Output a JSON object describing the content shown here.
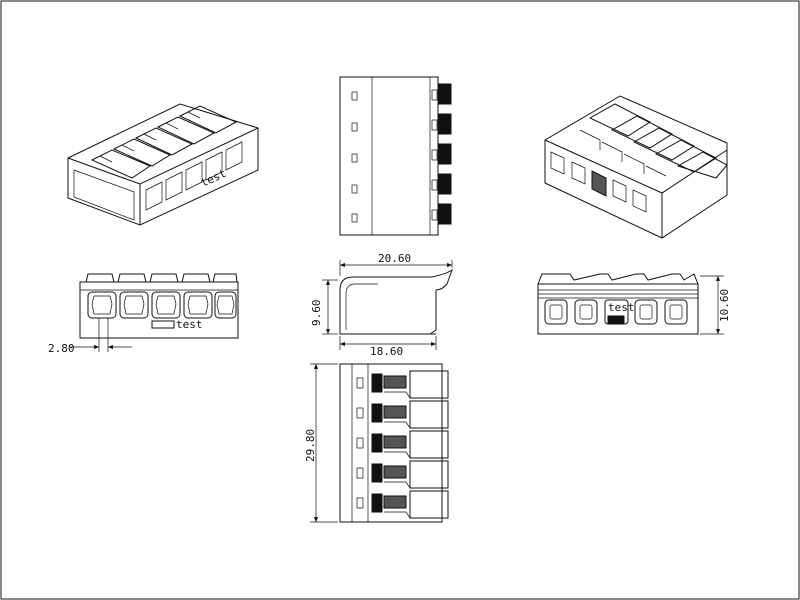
{
  "drawing": {
    "brand_marking": "test",
    "dimensions": {
      "top_width": "20.60",
      "bottom_width": "18.60",
      "side_height": "9.60",
      "front_height": "10.60",
      "pitch": "2.80",
      "length": "29.80"
    }
  }
}
